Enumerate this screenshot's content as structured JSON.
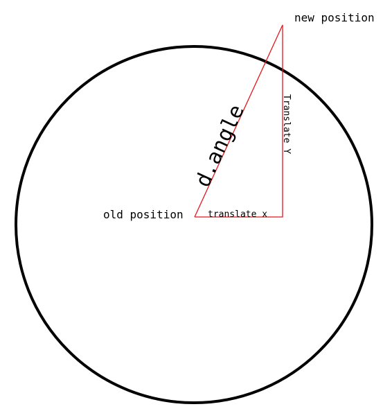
{
  "labels": {
    "new_position": "new position",
    "old_position": "old position",
    "translate_x": "translate x",
    "translate_y": "Translate Y",
    "angle": "d.angle"
  },
  "colors": {
    "circle": "#000000",
    "triangle": "#e8151b",
    "text": "#000000",
    "background": "#ffffff"
  }
}
